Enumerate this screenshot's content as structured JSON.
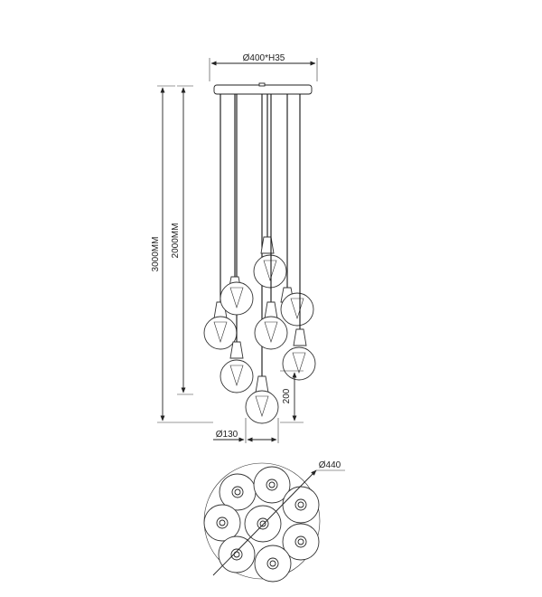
{
  "dimensions": {
    "canopy": "Ø400*H35",
    "total_height": "3000MM",
    "cable_length": "2000MM",
    "globe_diameter": "Ø130",
    "globe_offset": "200",
    "cluster_diameter": "Ø440"
  },
  "colors": {
    "line": "#222222",
    "background": "#ffffff"
  }
}
